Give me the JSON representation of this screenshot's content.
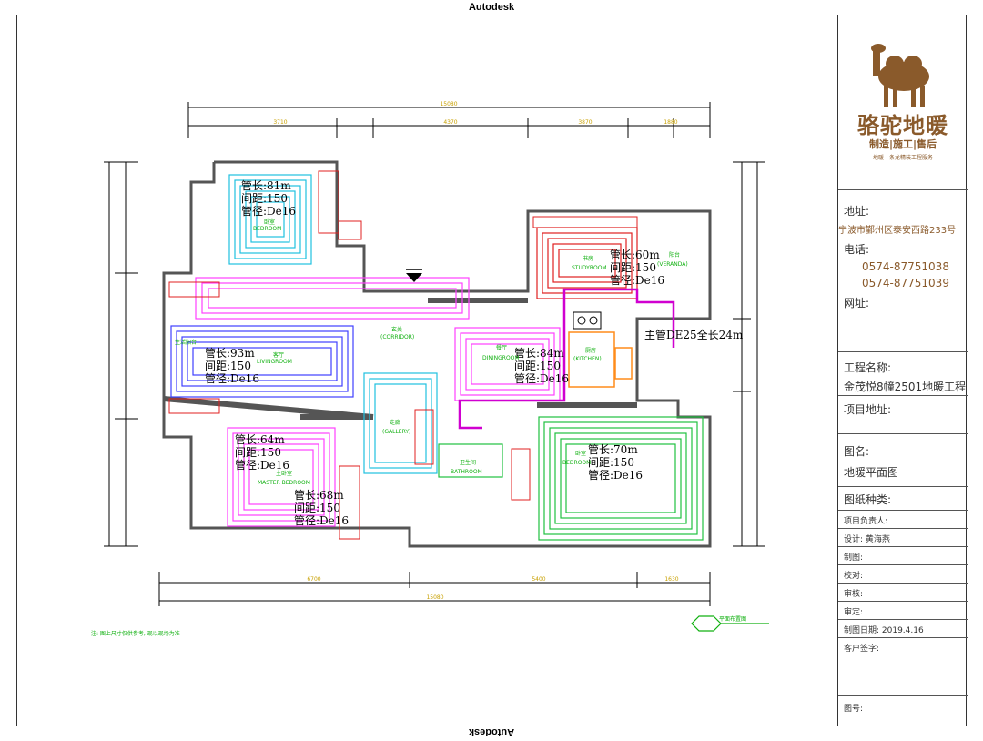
{
  "header": {
    "top": "Autodesk",
    "bottom": "Autodesk"
  },
  "title_block": {
    "brand": "骆驼地暖",
    "tagline": "制造|施工|售后",
    "slogan": "地暖一条龙精装工程服务",
    "address_label": "地址:",
    "address": "宁波市鄞州区泰安西路233号",
    "phone_label": "电话:",
    "phone_1": "0574-87751038",
    "phone_2": "0574-87751039",
    "website_label": "网址:",
    "project_name_label": "工程名称:",
    "project_name": "金茂悦8幢2501地暖工程",
    "project_address_label": "项目地址:",
    "drawing_name_label": "图名:",
    "drawing_name": "地暖平面图",
    "drawing_type_label": "图纸种类:",
    "project_manager": "项目负责人:",
    "designer": "设计: 黄海燕",
    "drafter": "制图:",
    "checker": "校对:",
    "reviewer": "审核:",
    "approver": "审定:",
    "date": "制图日期: 2019.4.16",
    "client_signature": "客户签字:",
    "drawing_no": "图号:"
  },
  "rooms": [
    {
      "name": "卧室",
      "en": "BEDROOM",
      "length": "管长:81m",
      "spacing": "间距:150",
      "diameter": "管径:De16"
    },
    {
      "name": "客厅",
      "en": "LIVINGROOM",
      "length": "管长:93m",
      "spacing": "间距:150",
      "diameter": "管径:De16"
    },
    {
      "name": "餐厅",
      "en": "DININGROOM",
      "length": "管长:84m",
      "spacing": "间距:150",
      "diameter": "管径:De16"
    },
    {
      "name": "书房",
      "en": "STUDYROOM",
      "length": "管长:60m",
      "spacing": "间距:150",
      "diameter": "管径:De16"
    },
    {
      "name": "主卧室",
      "en": "MASTER BEDROOM",
      "length": "管长:64m",
      "spacing": "间距:150",
      "diameter": "管径:De16"
    },
    {
      "name": "",
      "en": "",
      "length": "管长:68m",
      "spacing": "间距:150",
      "diameter": "管径:De16"
    },
    {
      "name": "卧室",
      "en": "BEDROOM",
      "length": "管长:70m",
      "spacing": "间距:150",
      "diameter": "管径:De16"
    }
  ],
  "labels": {
    "veranda_cn": "阳台",
    "veranda_en": "(VERANDA)",
    "corridor_cn": "玄关",
    "corridor_en": "(CORRIDOR)",
    "kitchen_cn": "厨房",
    "kitchen_en": "(KITCHEN)",
    "gallery_cn": "走廊",
    "gallery_en": "(GALLERY)",
    "bathroom_cn": "卫生间",
    "bathroom_en": "BATHROOM",
    "lounge_cn": "生活阳台",
    "main_pipe": "主管DE25全长24m",
    "note": "注: 图上尺寸仅供参考, 现以现场为准",
    "legend": "平面布置图"
  },
  "dimensions": {
    "overall_top": "15080",
    "overall_bottom": "15080",
    "top_1": "3710",
    "top_2": "4370",
    "top_3": "3870",
    "top_4": "1880",
    "bottom_1": "6700",
    "bottom_2": "5400",
    "bottom_3": "1630"
  },
  "colors": {
    "brand": "#8a5a2b",
    "wall": "#555555",
    "pipe_magenta": "#ff40ff",
    "pipe_cyan": "#20c0e0",
    "pipe_blue": "#4040ff",
    "pipe_red": "#e02020",
    "pipe_green": "#20c040",
    "pipe_orange": "#ff8c1a",
    "main_pipe": "#d000d0",
    "dim": "#000000",
    "label_green": "#10b010"
  }
}
